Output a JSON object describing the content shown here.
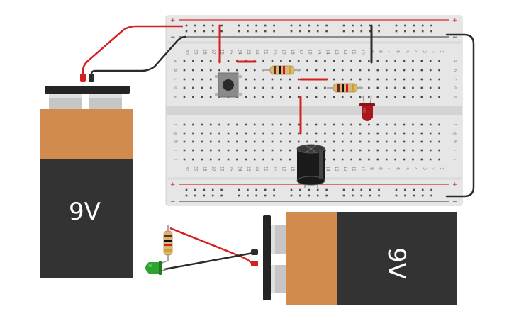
{
  "colors": {
    "background": "#ffffff",
    "breadboard": "#e6e6e6",
    "breadboard_edge": "#d2d2d2",
    "breadboard_channel": "#d4d4d4",
    "hole": "#4a4a4a",
    "rail_positive": "#d62a2a",
    "rail_negative": "#333333",
    "label_text": "#777777",
    "wire_red": "#d42020",
    "wire_black": "#2b2b2b",
    "battery_body": "#333333",
    "battery_wrap": "#d18b4e",
    "battery_cap": "#242424",
    "battery_terminal": "#c6c6c6",
    "led_red": "#a8181c",
    "led_green": "#2fa32f",
    "capacitor": "#1a1a1a",
    "resistor_body": "#d9b77a",
    "pushbutton": "#9a9a9a"
  },
  "breadboard": {
    "column_numbers": [
      "30",
      "29",
      "28",
      "27",
      "26",
      "25",
      "24",
      "23",
      "22",
      "21",
      "20",
      "19",
      "18",
      "17",
      "16",
      "15",
      "14",
      "13",
      "12",
      "11",
      "10",
      "9",
      "8",
      "7",
      "6",
      "5",
      "4",
      "3",
      "2",
      "1"
    ],
    "row_letters_top": [
      "a",
      "b",
      "c",
      "d",
      "e"
    ],
    "row_letters_bottom": [
      "f",
      "g",
      "h",
      "i",
      "j"
    ],
    "rail_plus": "+",
    "rail_minus": "−"
  },
  "components": {
    "battery_left": {
      "label": "9V",
      "type": "battery-9v"
    },
    "battery_right": {
      "label": "9V",
      "type": "battery-9v"
    },
    "resistors": [
      {
        "name": "resistor-1",
        "bands": [
          "#6b2a12",
          "#111111",
          "#c81e1e",
          "#c9a227"
        ]
      },
      {
        "name": "resistor-2",
        "bands": [
          "#6b2a12",
          "#111111",
          "#c81e1e",
          "#c9a227"
        ]
      },
      {
        "name": "resistor-3",
        "bands": [
          "#6b2a12",
          "#111111",
          "#c81e1e",
          "#c9a227"
        ]
      }
    ],
    "led_red": {
      "color": "red"
    },
    "led_green": {
      "color": "green"
    },
    "capacitor": {
      "type": "electrolytic"
    },
    "pushbutton": {
      "type": "tactile-switch"
    }
  }
}
